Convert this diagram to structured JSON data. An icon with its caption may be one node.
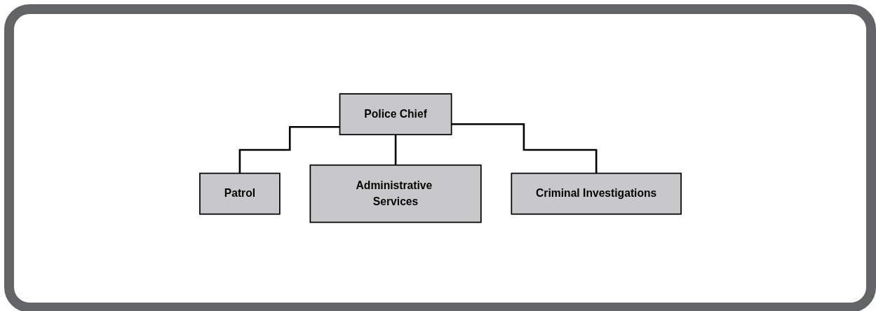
{
  "diagram": {
    "nodes": [
      {
        "text": [
          "Police Chief"
        ]
      },
      {
        "text": [
          "Patrol"
        ]
      },
      {
        "text": [
          "Administrative Services"
        ]
      },
      {
        "text": [
          "Criminal Investigations"
        ]
      }
    ],
    "edges": [
      {
        "from": 0,
        "to": 1,
        "arrow": "none"
      },
      {
        "from": 0,
        "to": 2,
        "arrow": "none"
      },
      {
        "from": 0,
        "to": 3,
        "arrow": "none"
      }
    ]
  }
}
